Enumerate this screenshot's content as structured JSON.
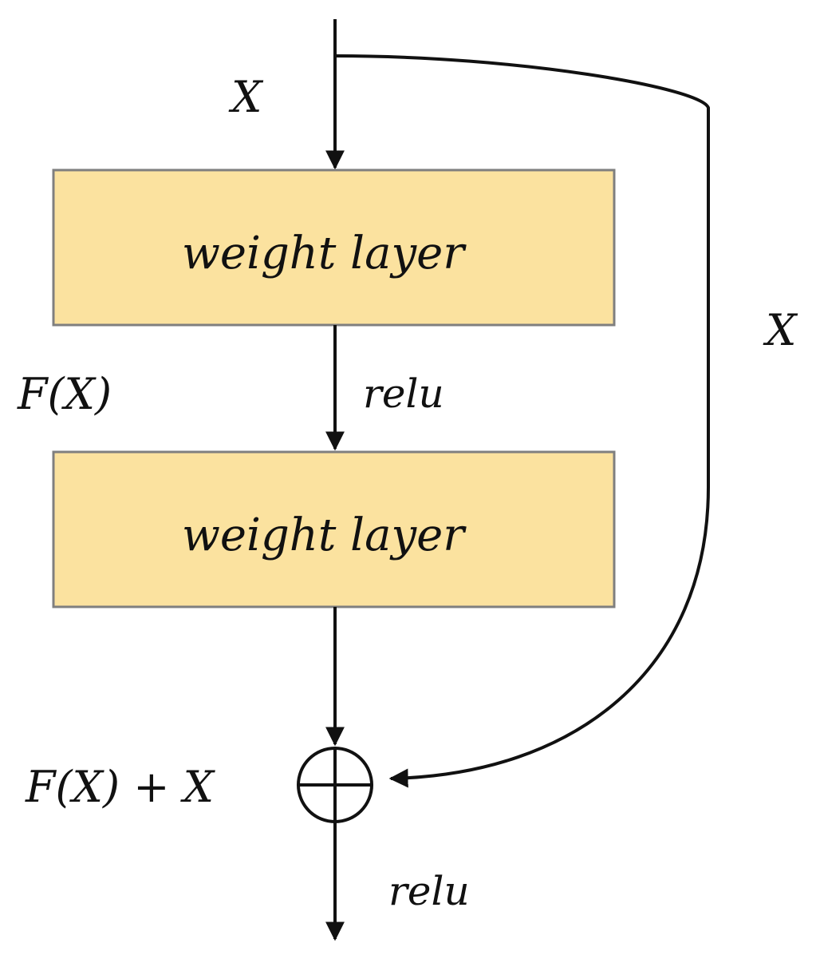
{
  "labels": {
    "input_x": "X",
    "skip_x": "X",
    "fx": "F(X)",
    "relu_mid": "relu",
    "sum": "F(X) + X",
    "relu_out": "relu"
  },
  "layers": [
    {
      "label": "weight layer"
    },
    {
      "label": "weight layer"
    }
  ],
  "colors": {
    "layer_fill": "#FBE29F",
    "layer_border": "#7F7F7F",
    "line": "#111111"
  }
}
